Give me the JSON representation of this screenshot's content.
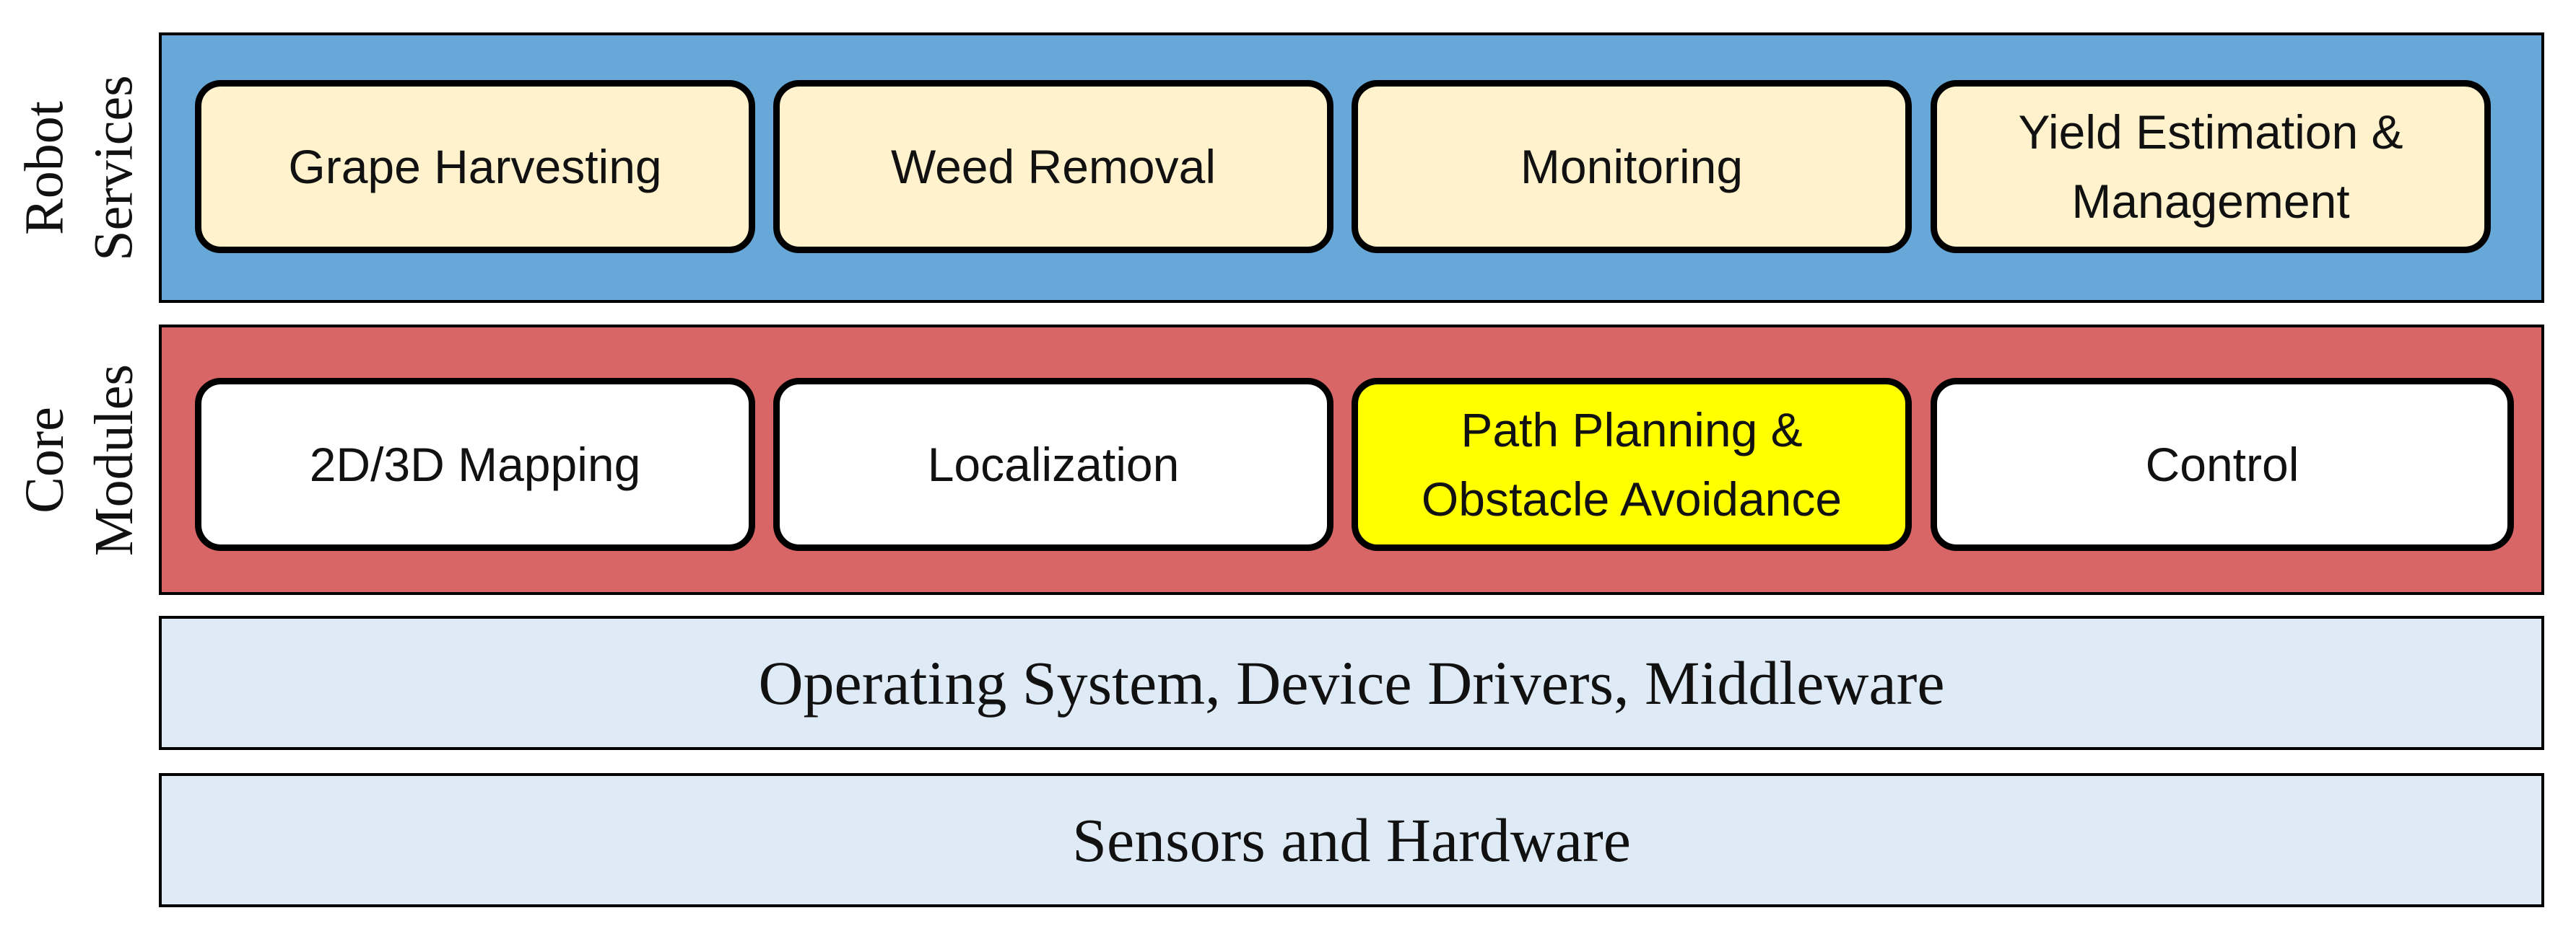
{
  "side_labels": {
    "robot_services": [
      "Robot",
      "Services"
    ],
    "core_modules": [
      "Core",
      "Modules"
    ]
  },
  "robot_services": {
    "boxes": [
      {
        "label": [
          "Grape Harvesting"
        ]
      },
      {
        "label": [
          "Weed Removal"
        ]
      },
      {
        "label": [
          "Monitoring"
        ]
      },
      {
        "label": [
          "Yield Estimation &",
          "Management"
        ]
      }
    ]
  },
  "core_modules": {
    "boxes": [
      {
        "label": [
          "2D/3D Mapping"
        ]
      },
      {
        "label": [
          "Localization"
        ]
      },
      {
        "label": [
          "Path Planning &",
          "Obstacle Avoidance"
        ],
        "highlighted": true
      },
      {
        "label": [
          "Control"
        ]
      }
    ]
  },
  "os_layer": {
    "label": "Operating System, Device Drivers, Middleware"
  },
  "hardware_layer": {
    "label": "Sensors and Hardware"
  },
  "colors": {
    "robot_services_bg": "#67a8d8",
    "core_modules_bg": "#d96666",
    "service_box_bg": "#fff2cc",
    "core_box_bg": "#ffffff",
    "highlight_box_bg": "#ffff00",
    "base_layer_bg": "#deebf7"
  }
}
